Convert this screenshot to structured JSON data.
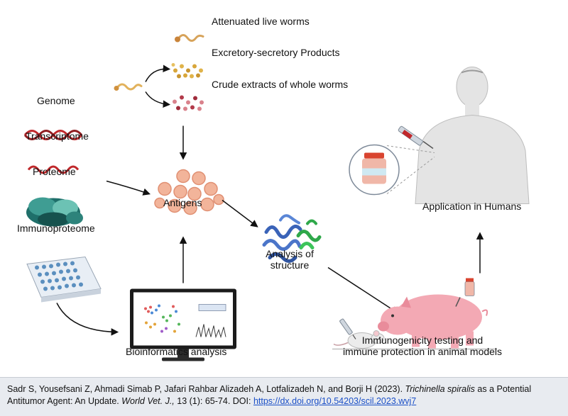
{
  "labels": {
    "attenuated": "Attenuated live worms",
    "es_products": "Excretory-secretory Products",
    "crude": "Crude extracts of whole worms",
    "genome": "Genome",
    "transcriptome": "Transcriptome",
    "proteome": "Proteome",
    "immunoproteome": "Immunoproteome",
    "antigens": "Antigens",
    "analysis_line1": "Analysis of",
    "analysis_line2": "structure",
    "bioinformatics": "Bioinformatics analysis",
    "humans": "Application in Humans",
    "immuno_line1": "Immunogenicity testing and",
    "immuno_line2": "immune protection in animal models"
  },
  "citation": {
    "authors": "Sadr S, Yousefsani Z, Ahmadi Simab P, Jafari Rahbar Alizadeh A, Lotfalizadeh N, and Borji H (2023). ",
    "species": "Trichinella spiralis",
    "title_rest": " as a Potential Antitumor Agent: An Update. ",
    "journal": "World Vet. J.,",
    "volume": " 13 (1): 65-74. DOI: ",
    "doi": "https://dx.doi.org/10.54203/scil.2023.wvj7"
  },
  "colors": {
    "dna_red": "#c0282b",
    "antigen": "#f2b49a",
    "protein_blue": "#3a63b8",
    "protein_green": "#2fa84a",
    "pig": "#f3a9b4",
    "skin": "#e4e4e4",
    "arrow": "#111111"
  },
  "icons": [
    "worm-icon",
    "dna-helix-icon",
    "rna-wave-icon",
    "proteome-blob-icon",
    "well-plate-icon",
    "antigen-cluster-icon",
    "protein-structure-icon",
    "computer-monitor-icon",
    "human-figure-icon",
    "vaccine-vial-icon",
    "syringe-icon",
    "pig-icon",
    "mouse-icon"
  ]
}
